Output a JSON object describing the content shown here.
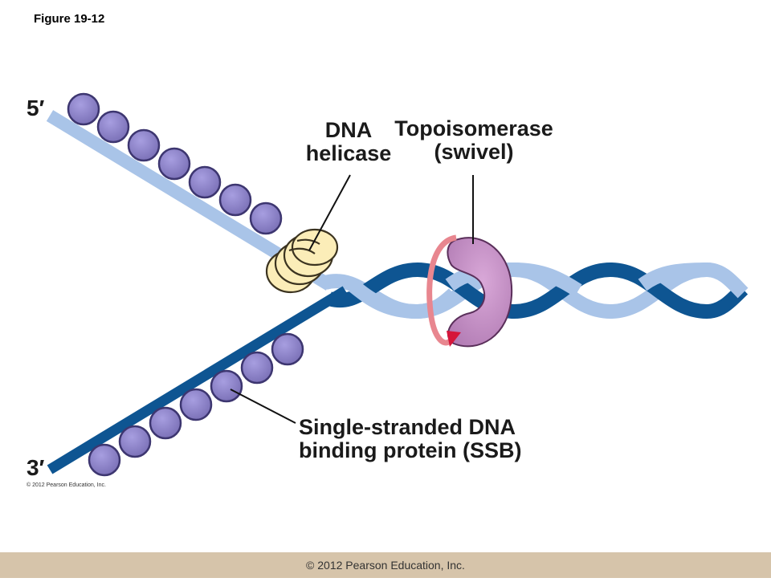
{
  "figure_label": "Figure 19-12",
  "labels": {
    "five_prime": "5′",
    "three_prime": "3′",
    "helicase_line1": "DNA",
    "helicase_line2": "helicase",
    "topo_line1": "Topoisomerase",
    "topo_line2": "(swivel)",
    "ssb_line1": "Single-stranded DNA",
    "ssb_line2": "binding protein (SSB)"
  },
  "small_copyright": "© 2012 Pearson Education, Inc.",
  "footer_copyright": "© 2012 Pearson Education, Inc.",
  "colors": {
    "light_strand": "#a9c4e8",
    "dark_strand": "#0e5592",
    "ssb": "#8f86c8",
    "helicase": "#fbedb8",
    "topoisomerase": "#c68ec6",
    "swivel_arrow": "#e8868f",
    "footer": "#d6c4aa"
  }
}
